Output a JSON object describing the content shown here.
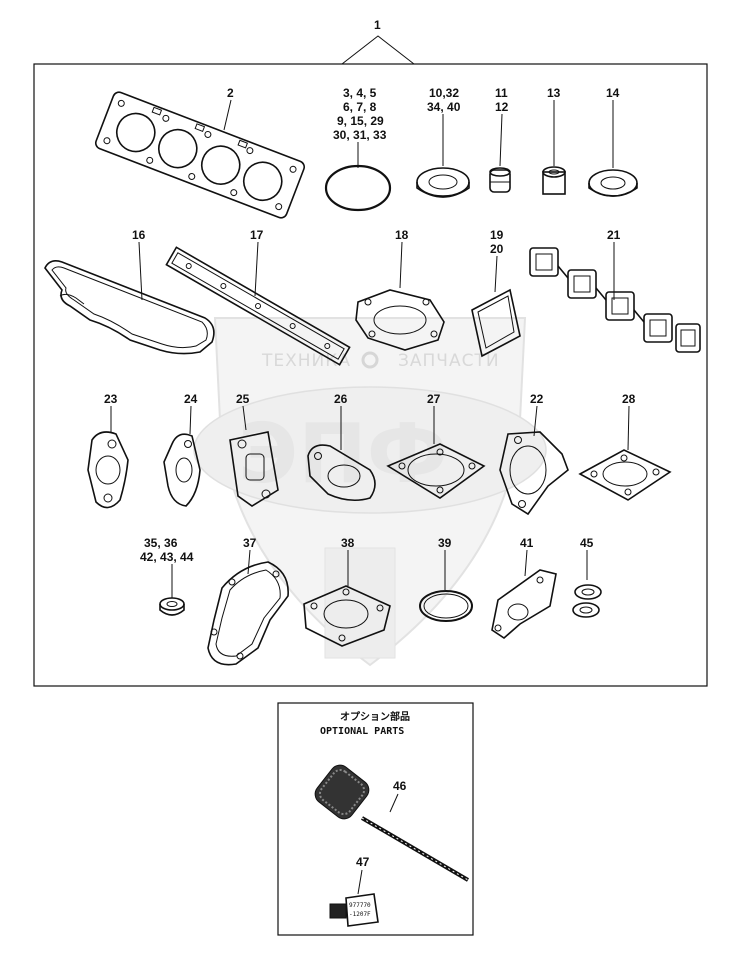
{
  "watermark": {
    "brand": "ТЕХНИКА",
    "brand2": "ЗАПЧАСТИ",
    "big": "ЭПФ"
  },
  "assembly_label": "1",
  "labels": {
    "l2": "2",
    "l3": "3, 4, 5",
    "l6": "6, 7, 8",
    "l9": "9, 15, 29",
    "l30": "30, 31, 33",
    "l10": "10,32",
    "l34": "34, 40",
    "l11": "11",
    "l12": "12",
    "l13": "13",
    "l14": "14",
    "l16": "16",
    "l17": "17",
    "l18": "18",
    "l19": "19",
    "l20": "20",
    "l21": "21",
    "l23": "23",
    "l24": "24",
    "l25": "25",
    "l26": "26",
    "l27": "27",
    "l22": "22",
    "l28": "28",
    "l35": "35, 36",
    "l42": "42, 43, 44",
    "l37": "37",
    "l38": "38",
    "l39": "39",
    "l41": "41",
    "l45": "45",
    "l46": "46",
    "l47": "47"
  },
  "optional": {
    "title_jp": "オプション部品",
    "title_en": "OPTIONAL PARTS",
    "tube_line1": "977770",
    "tube_line2": "-1207F"
  }
}
